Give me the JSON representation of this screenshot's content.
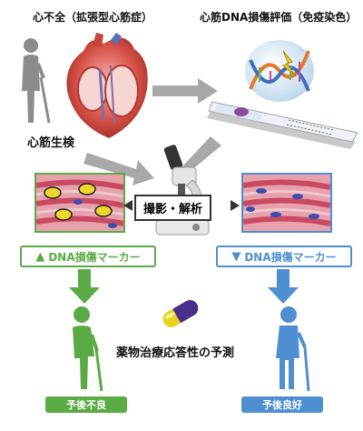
{
  "titles": {
    "heart_failure": "心不全（拡張型心筋症）",
    "dna_eval": "心筋DNA損傷評価（免疫染色）",
    "biopsy": "心筋生検",
    "imaging": "撮影・解析",
    "prediction": "薬物治療応答性の予測"
  },
  "left": {
    "marker_label": "DNA損傷マーカー",
    "arrow": "up",
    "prognosis": "予後不良"
  },
  "right": {
    "marker_label": "DNA損傷マーカー",
    "arrow": "down",
    "prognosis": "予後良好"
  },
  "colors": {
    "green": "#5aab46",
    "blue": "#4f8fd1",
    "gray_arrow": "#a8a8a8",
    "capsule_yellow": "#e9d21e",
    "capsule_purple": "#4a2f8a"
  }
}
